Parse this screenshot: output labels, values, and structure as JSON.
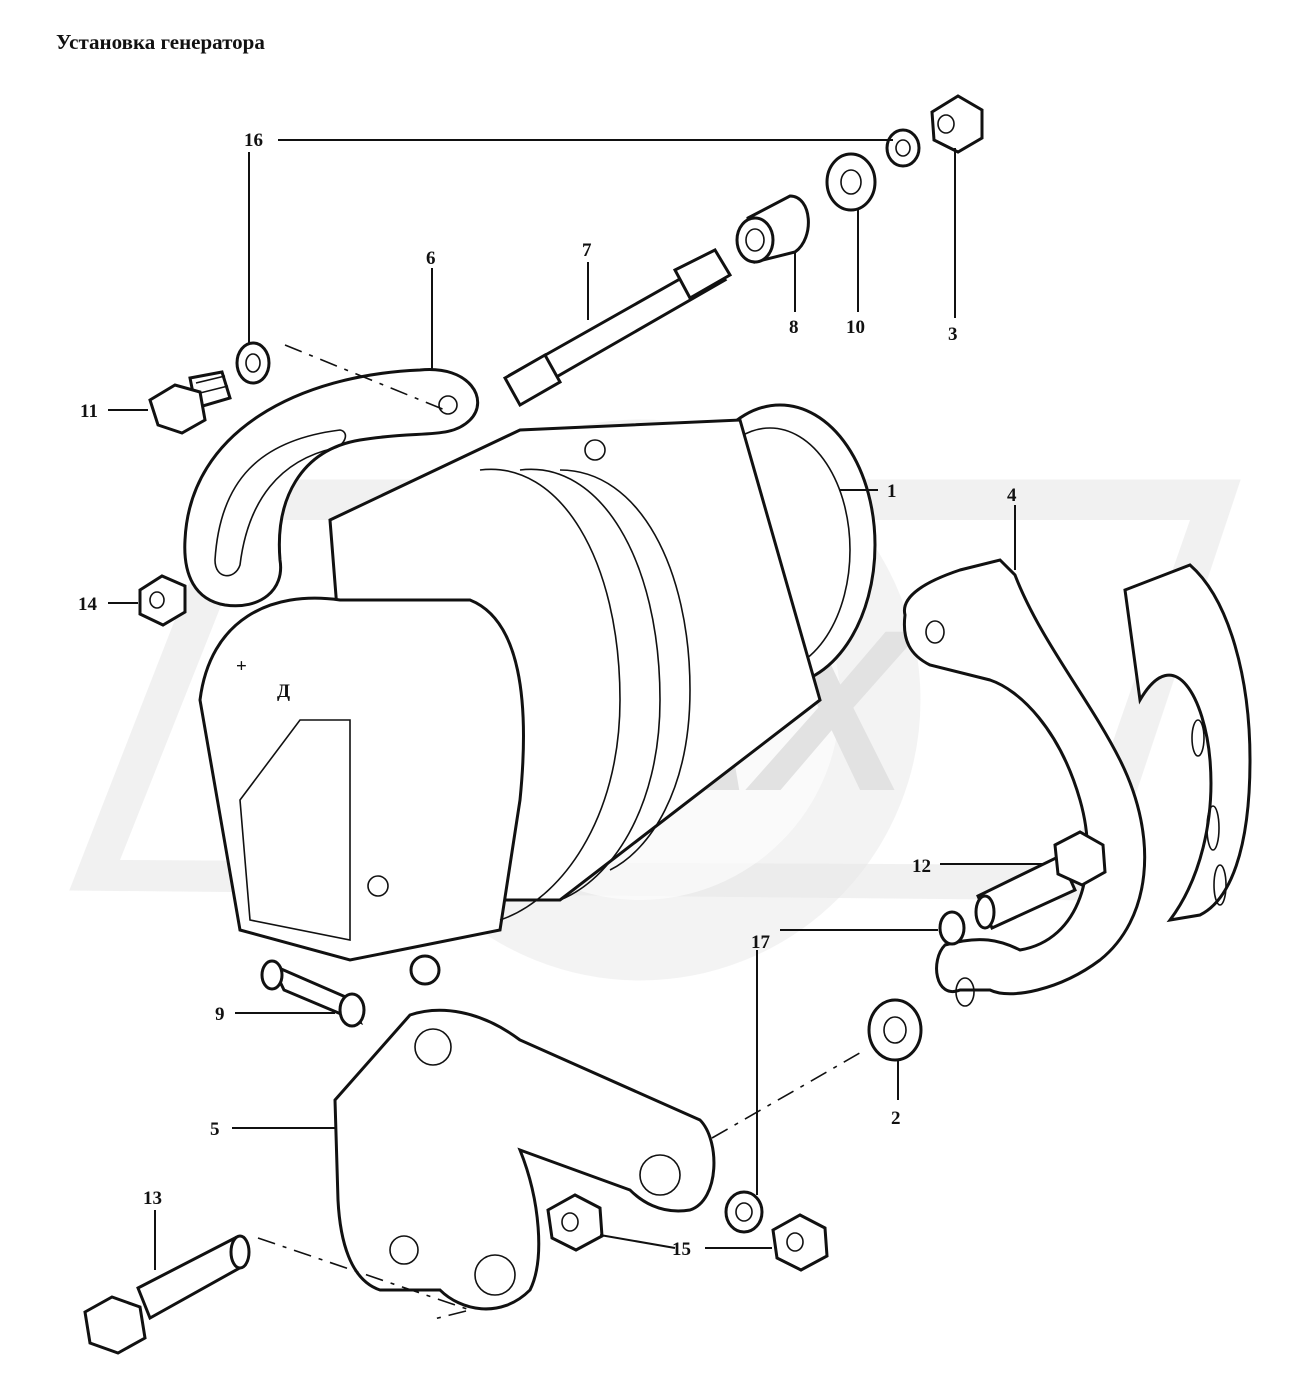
{
  "title": "Установка генератора",
  "watermark": "SPAX",
  "callouts": [
    "1",
    "2",
    "3",
    "4",
    "5",
    "6",
    "7",
    "8",
    "9",
    "10",
    "11",
    "12",
    "13",
    "14",
    "15",
    "16",
    "17"
  ],
  "terminal_marks": [
    "+",
    "Д"
  ],
  "colors": {
    "line": "#111111",
    "watermark": "#e6e6e6",
    "background": "#ffffff"
  }
}
